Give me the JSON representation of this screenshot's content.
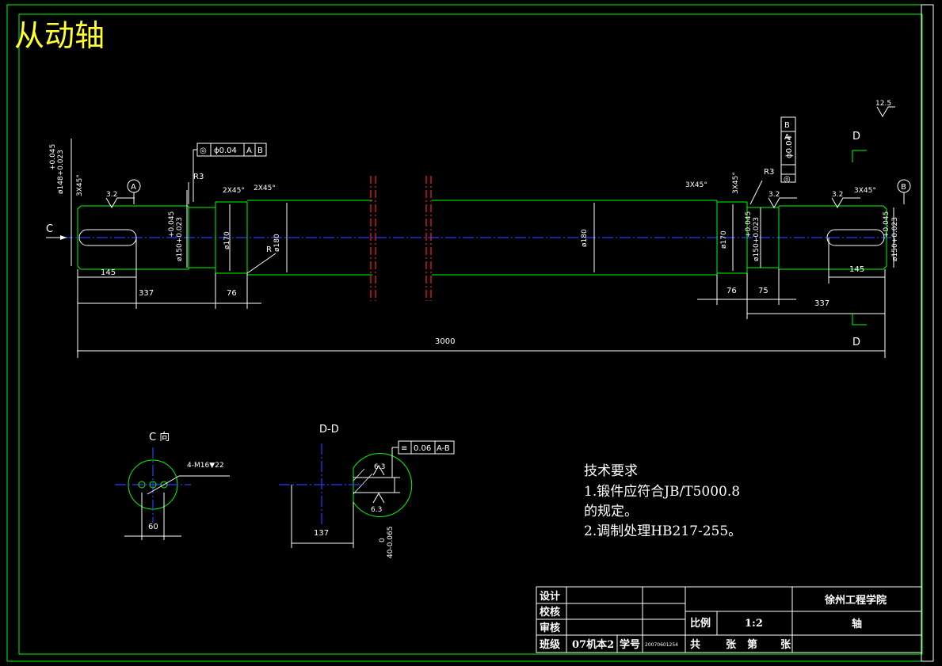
{
  "title": "从动轴",
  "tolerances": {
    "left_top": "+0.045",
    "left_bottom": "ø148+0.023",
    "left_mid_top": "+0.045",
    "left_mid_bottom": "ø150+0.023",
    "right_mid_top": "+0.045",
    "right_mid_bottom": "ø150+0.023",
    "right_end_top": "+0.045",
    "right_end_bottom": "ø150+0.023"
  },
  "gdt": {
    "left": {
      "sym": "◎",
      "val": "ϕ0.04",
      "d1": "A",
      "d2": "B"
    },
    "right": {
      "sym": "◎",
      "val": "ϕ0.04",
      "d1": "A",
      "d2": "B"
    },
    "section": {
      "sym": "≡",
      "val": "0.06",
      "d1": "A-B"
    }
  },
  "labels": {
    "c_arrow": "C",
    "d_top": "D",
    "d_bottom": "D",
    "datum_a": "A",
    "datum_b": "B",
    "r3_left": "R3",
    "r3_right": "R3",
    "r_mid": "R",
    "chamfer_l1": "3X45°",
    "chamfer_l2": "2X45°",
    "chamfer_l3": "2X45°",
    "chamfer_r1": "3X45°",
    "chamfer_r2": "3X45°",
    "chamfer_r3": "3X45°",
    "rough_l": "3.2",
    "rough_r1": "3.2",
    "rough_r2": "3.2",
    "rough_top": "12.5",
    "rough_sec1": "6.3",
    "rough_sec2": "6.3"
  },
  "diameters": {
    "d170_left": "ø170",
    "d180_left": "ø180",
    "d180_mid": "ø180",
    "d170_right": "ø170"
  },
  "dims": {
    "d145_left": "145",
    "d337_left": "337",
    "d76_left": "76",
    "d3000": "3000",
    "d76_right": "76",
    "d75_right": "75",
    "d337_right": "337",
    "d145_right": "145",
    "d60": "60",
    "d137": "137",
    "d40_top": "0",
    "d40_bottom": "40-0.065"
  },
  "views": {
    "c_view": "C 向",
    "c_thread": "4-M16▼22",
    "section": "D-D"
  },
  "tech": {
    "heading": "技术要求",
    "line1": "1.锻件应符合JB/T5000.8",
    "line2": "的规定。",
    "line3": "2.调制处理HB217-255。"
  },
  "titleblock": {
    "design": "设计",
    "check": "校核",
    "review": "审核",
    "class_label": "班级",
    "class_value": "07机本2",
    "student_label": "学号",
    "student_value": "20070601254",
    "scale_label": "比例",
    "scale_value": "1:2",
    "sheets": "共",
    "sheet_zhang": "张",
    "sheet_di": "第",
    "sheet_zhang2": "张",
    "school": "徐州工程学院",
    "part": "轴"
  }
}
